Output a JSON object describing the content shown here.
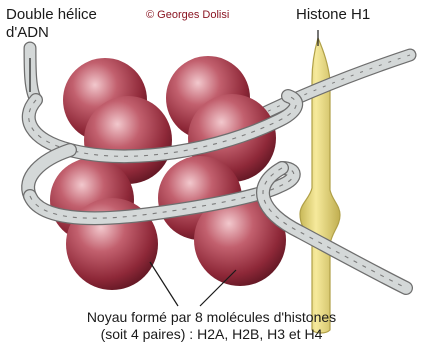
{
  "labels": {
    "dna_line1": "Double hélice",
    "dna_line2": "d'ADN",
    "copyright": "© Georges Dolisi",
    "histone_h1": "Histone H1",
    "core_line1": "Noyau formé par 8 molécules d'histones",
    "core_line2": "(soit 4 paires) : H2A, H2B, H3 et H4"
  },
  "colors": {
    "histone_core": "#a83848",
    "histone_core_dark": "#5a1420",
    "histone_core_light": "#e0a0a8",
    "histone_h1": "#ecdc84",
    "histone_h1_outline": "#b0a048",
    "dna_strand": "#cfd3d3",
    "dna_outline": "#6e6e6e",
    "copyright": "#8a1522"
  }
}
